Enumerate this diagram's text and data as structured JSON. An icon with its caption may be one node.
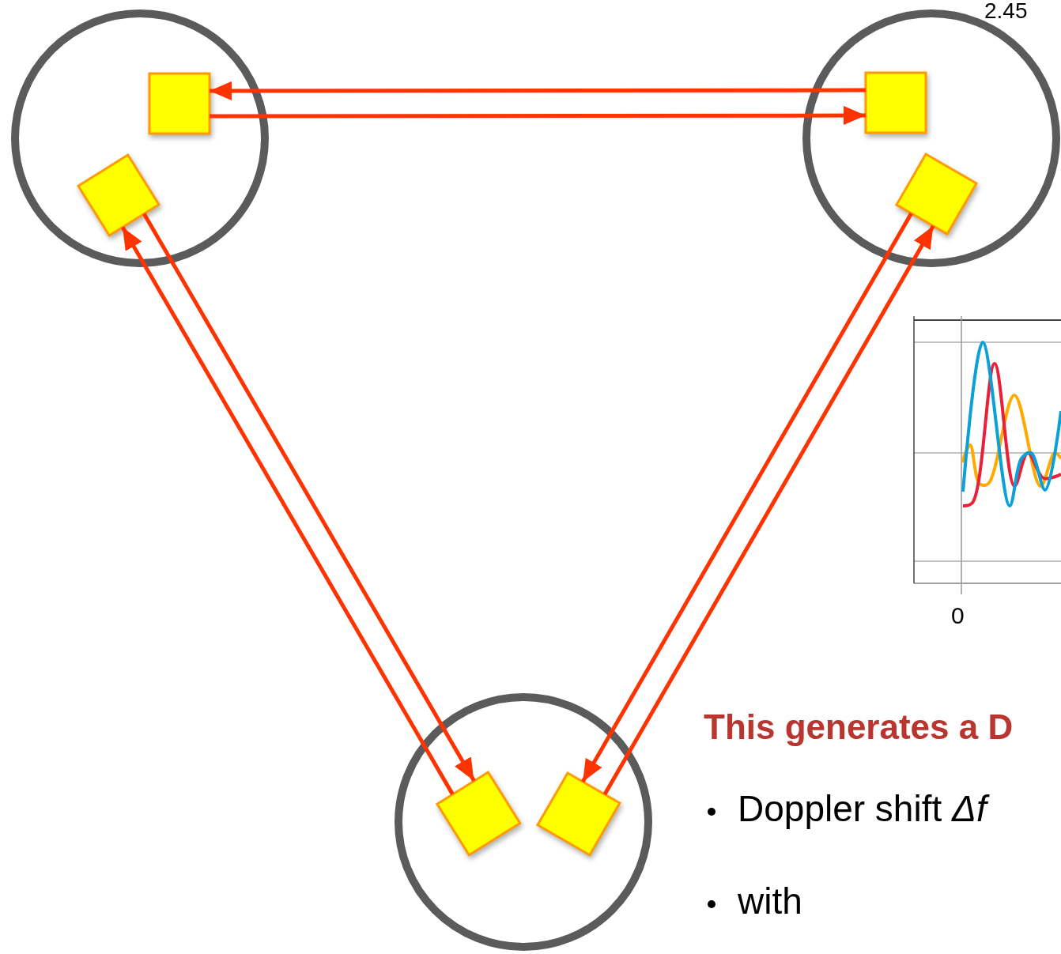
{
  "diagram": {
    "nodes": [
      {
        "text": [],
        "shape": "circle"
      },
      {
        "text": [],
        "shape": "circle"
      },
      {
        "text": [],
        "shape": "circle"
      },
      {
        "text": [],
        "shape": "box",
        "in": 0
      },
      {
        "text": [],
        "shape": "box",
        "in": 0
      },
      {
        "text": [],
        "shape": "box",
        "in": 1
      },
      {
        "text": [],
        "shape": "box",
        "in": 1
      },
      {
        "text": [],
        "shape": "box",
        "in": 2
      },
      {
        "text": [],
        "shape": "box",
        "in": 2
      }
    ],
    "edges": [
      {
        "from": 5,
        "to": 3,
        "arrow": "to"
      },
      {
        "from": 3,
        "to": 5,
        "arrow": "to"
      },
      {
        "from": 4,
        "to": 7,
        "arrow": "to"
      },
      {
        "from": 7,
        "to": 4,
        "arrow": "to"
      },
      {
        "from": 8,
        "to": 6,
        "arrow": "to"
      },
      {
        "from": 6,
        "to": 8,
        "arrow": "to"
      }
    ],
    "labels": [
      "2.45",
      "0",
      "This generates a D",
      "Doppler shift *Δf*",
      "with"
    ]
  }
}
